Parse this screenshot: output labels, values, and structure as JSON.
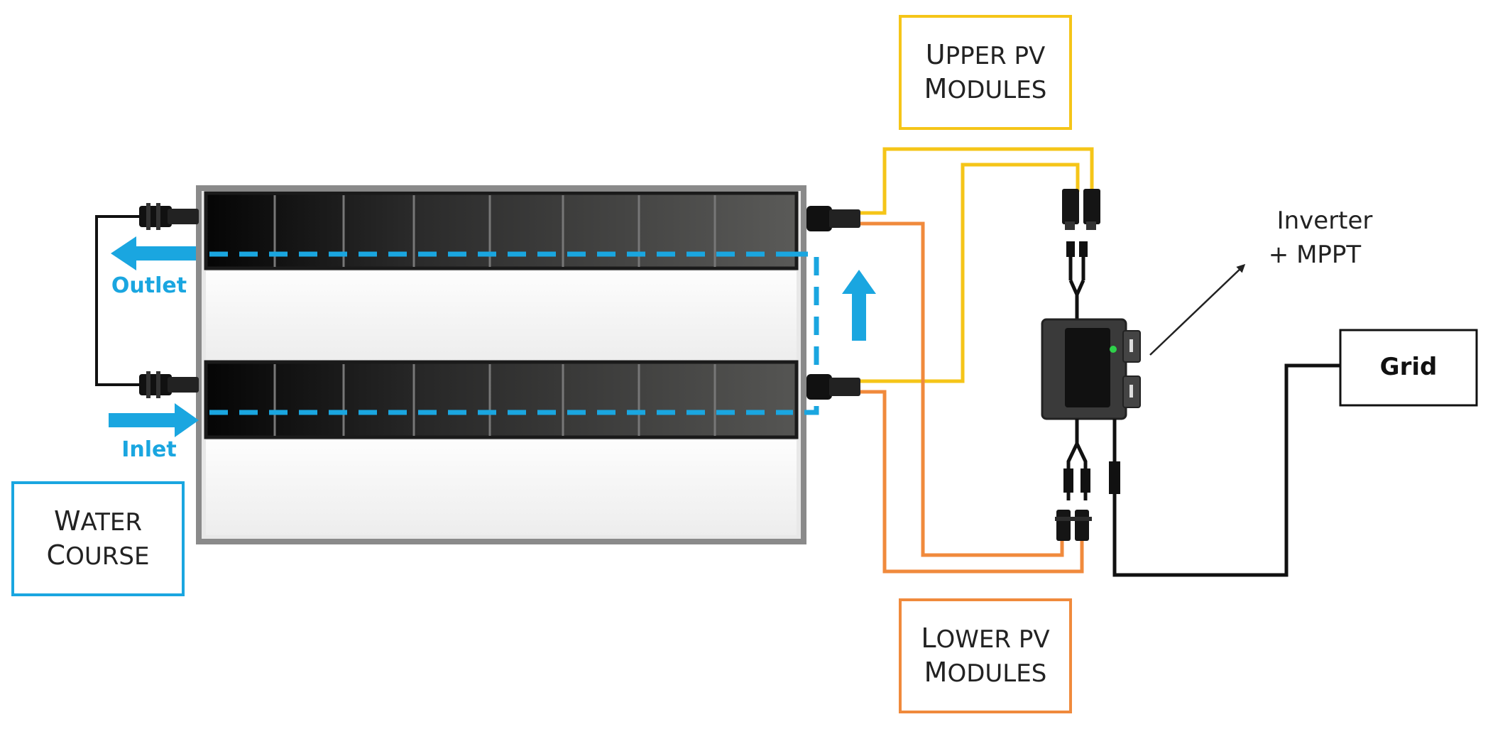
{
  "labels": {
    "upper_pv": {
      "line1_cap": "U",
      "line1_rest": "PPER PV",
      "line2_cap": "M",
      "line2_rest": "ODULES"
    },
    "lower_pv": {
      "line1_cap": "L",
      "line1_rest": "OWER PV",
      "line2_cap": "M",
      "line2_rest": "ODULES"
    },
    "water_course": {
      "line1_cap": "W",
      "line1_rest": "ATER",
      "line2_cap": "C",
      "line2_rest": "OURSE"
    },
    "outlet": "Outlet",
    "inlet": "Inlet",
    "inverter_line1": "Inverter",
    "inverter_line2": "+ MPPT",
    "grid": "Grid"
  },
  "colors": {
    "upper_wire": "#f5c518",
    "lower_wire": "#f08a3c",
    "water": "#1aa6e0",
    "grid_wire": "#111111",
    "panel_frame": "#8a8a8a"
  },
  "icons": {
    "connector": "mc4-connector-icon",
    "inverter": "microinverter-icon",
    "flow_arrow": "arrow-icon"
  }
}
